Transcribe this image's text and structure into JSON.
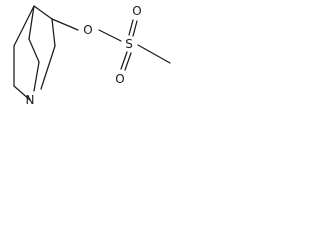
{
  "molecule": {
    "atoms": [
      {
        "symbol": "N"
      },
      {
        "symbol": "O"
      },
      {
        "symbol": "S"
      },
      {
        "symbol": "O"
      },
      {
        "symbol": "O"
      }
    ]
  }
}
